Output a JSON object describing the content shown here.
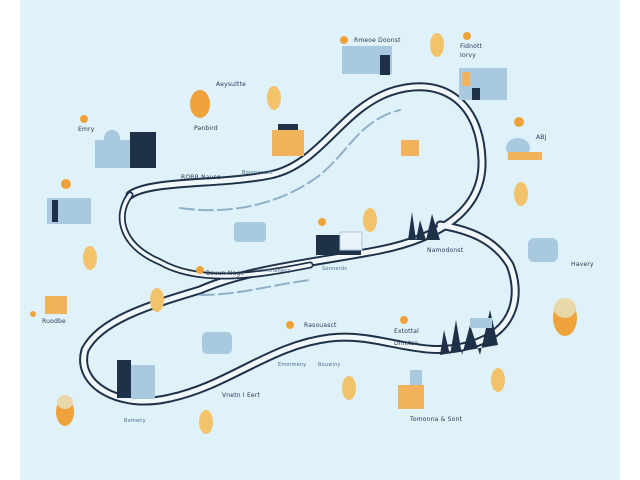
{
  "colors": {
    "background": "#dff2f9",
    "track": "#1e3148",
    "track_fill": "#f1f7fa",
    "building": "#a9c9de",
    "building_dark": "#1e3148",
    "accent": "#f0a23a",
    "tree": "#f2c36b"
  },
  "labels": [
    {
      "id": "emry",
      "text": "Emry"
    },
    {
      "id": "aeysultte",
      "text": "Aeysultte"
    },
    {
      "id": "panbird",
      "text": "Panbird"
    },
    {
      "id": "robr-nause",
      "text": "ROBR Nause"
    },
    {
      "id": "rmeoe-doonst",
      "text": "Rmeoe Doonst"
    },
    {
      "id": "fidnott",
      "text": "Fidnott"
    },
    {
      "id": "iorvy",
      "text": "Iorvy"
    },
    {
      "id": "abj",
      "text": "ABJ"
    },
    {
      "id": "namodonst",
      "text": "Namodonst"
    },
    {
      "id": "havery",
      "text": "Havery"
    },
    {
      "id": "bsuun-nage",
      "text": "Bsuun Nage"
    },
    {
      "id": "ruodbe",
      "text": "Ruodbe"
    },
    {
      "id": "rasouasct",
      "text": "Rasouasct"
    },
    {
      "id": "extottal",
      "text": "Extottal"
    },
    {
      "id": "dinctse",
      "text": "Dinctse"
    },
    {
      "id": "vnetn-eert",
      "text": "Vnetn I Eert"
    },
    {
      "id": "tomonna-sont",
      "text": "Tomonna & Sont"
    }
  ],
  "small_labels": [
    {
      "id": "s1",
      "text": "Bonmenuet"
    },
    {
      "id": "s2",
      "text": "Lommaneny"
    },
    {
      "id": "s3",
      "text": "Sonnerds"
    },
    {
      "id": "s4",
      "text": "Emmmeny"
    },
    {
      "id": "s5",
      "text": "Bouwiny"
    },
    {
      "id": "s6",
      "text": "Bomeny"
    }
  ]
}
